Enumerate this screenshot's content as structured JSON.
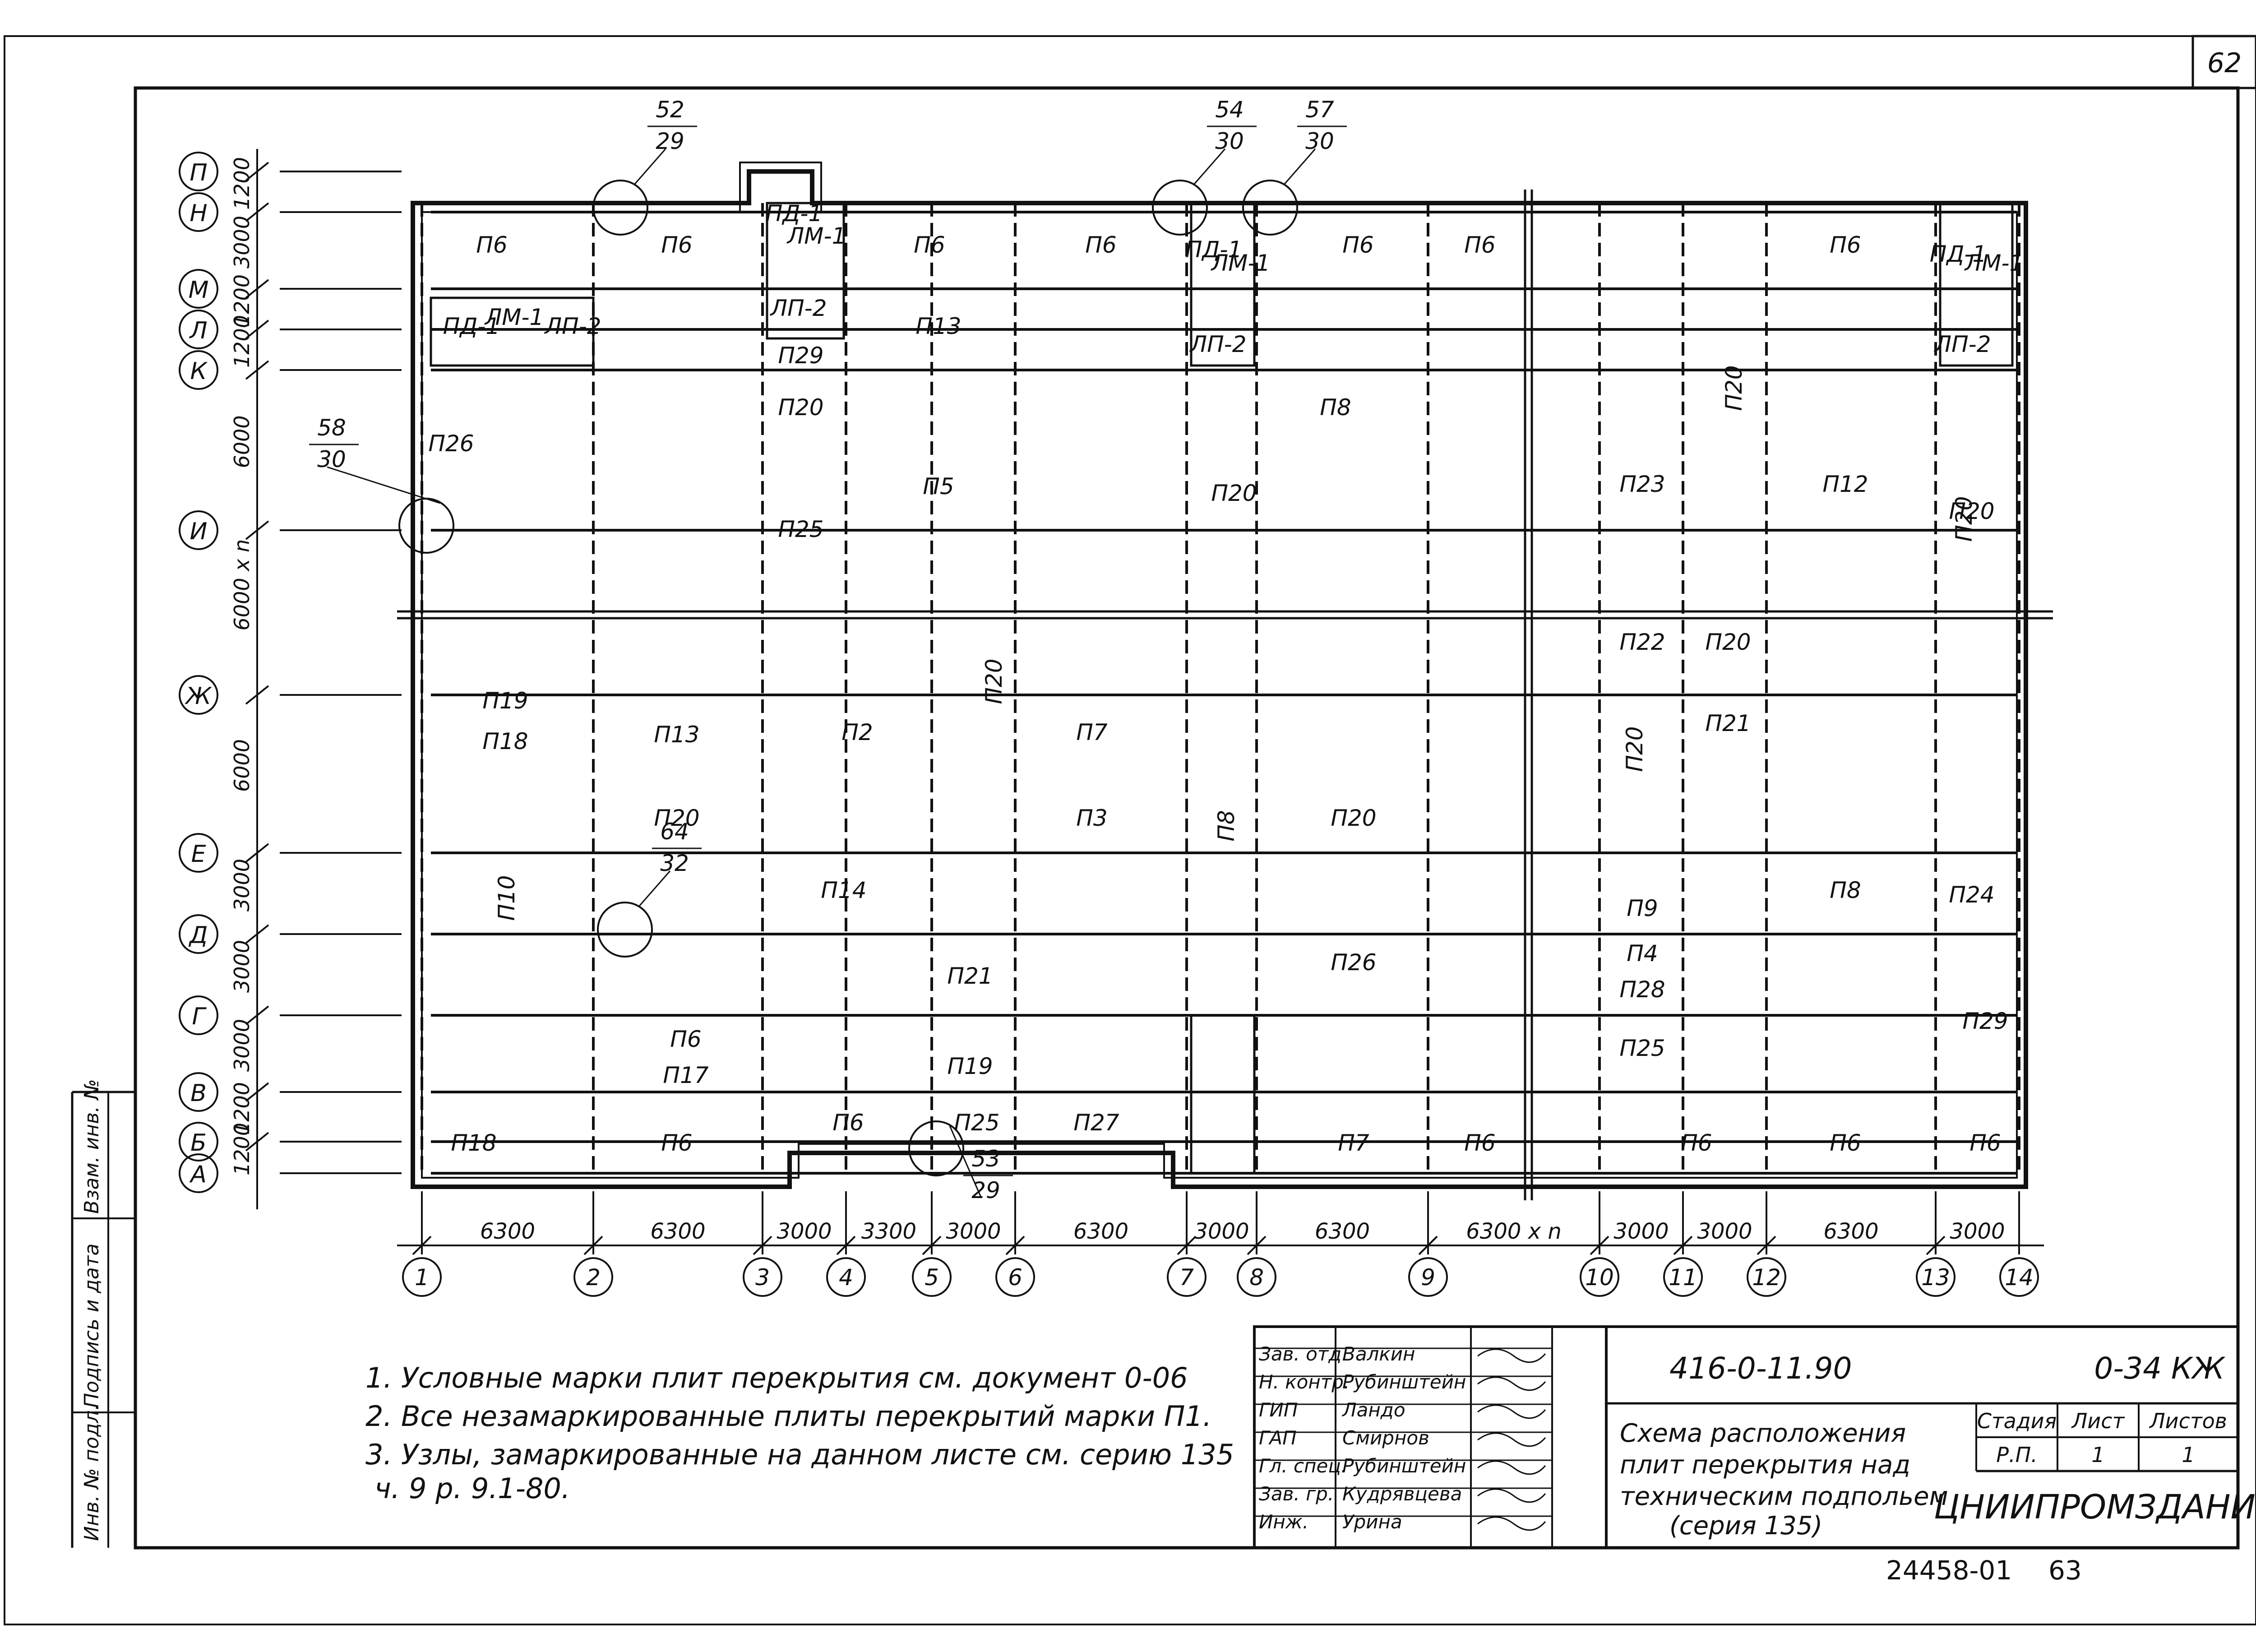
{
  "sheet": {
    "page_number": "62",
    "bottom_numbers": [
      "24458-01",
      "63"
    ]
  },
  "plan": {
    "row_axes": [
      "П",
      "Н",
      "М",
      "Л",
      "К",
      "И",
      "Ж",
      "Е",
      "Д",
      "Г",
      "В",
      "Б",
      "А"
    ],
    "row_dims": [
      "1200",
      "3000",
      "1200",
      "1200",
      "6000",
      "6000 х n",
      "6000",
      "3000",
      "3000",
      "3000",
      "1200",
      "1200"
    ],
    "col_axes": [
      "1",
      "2",
      "3",
      "4",
      "5",
      "6",
      "7",
      "8",
      "9",
      "10",
      "11",
      "12",
      "13",
      "14"
    ],
    "col_dims": [
      "6300",
      "6300",
      "3000",
      "3300",
      "3000",
      "6300",
      "3000",
      "6300",
      "6300 х n",
      "3000",
      "3000",
      "6300",
      "3000"
    ],
    "node_callouts": [
      {
        "top": "52",
        "bottom": "29"
      },
      {
        "top": "54",
        "bottom": "30"
      },
      {
        "top": "57",
        "bottom": "30"
      },
      {
        "top": "58",
        "bottom": "30"
      },
      {
        "top": "64",
        "bottom": "32"
      },
      {
        "top": "53",
        "bottom": "29"
      }
    ],
    "slab_labels": [
      "П6",
      "П6",
      "П6",
      "П6",
      "П6",
      "П6",
      "П6",
      "ПД-1",
      "ЛМ-1",
      "ЛП-2",
      "ПД-1",
      "ЛМ-1",
      "ЛП-2",
      "ПД-1",
      "ЛМ-1",
      "ЛП-2",
      "ПД-1",
      "ЛМ-1",
      "ЛП-2",
      "П13",
      "П29",
      "П20",
      "П25",
      "П5",
      "П8",
      "П20",
      "П20",
      "П20",
      "П23",
      "П12",
      "П20",
      "П22",
      "П20",
      "П19",
      "П18",
      "П13",
      "П2",
      "П20",
      "П7",
      "П20",
      "П21",
      "П20",
      "П3",
      "П8",
      "П20",
      "П10",
      "П14",
      "П8",
      "П9",
      "П24",
      "П21",
      "П26",
      "П4",
      "П28",
      "П29",
      "П6",
      "П17",
      "П19",
      "П25",
      "П25",
      "П27",
      "П18",
      "П6",
      "П6",
      "П7",
      "П6",
      "П6",
      "П6",
      "П6",
      "П26"
    ]
  },
  "notes": [
    "1. Условные марки плит перекрытия см. документ 0-06",
    "2. Все незамаркированные плиты перекрытий марки П1.",
    "3. Узлы, замаркированные на данном листе см. серию 135",
    "ч. 9 р. 9.1-80."
  ],
  "left_strip": [
    "Инв. № подл.",
    "Подпись и дата",
    "Взам. инв. №"
  ],
  "title_block": {
    "project_code": "416-0-11.90",
    "doc_code": "0-34 КЖ",
    "title": [
      "Схема расположения",
      "плит перекрытия над",
      "техническим подпольем",
      "(серия 135)"
    ],
    "stage_header": "Стадия",
    "sheet_header": "Лист",
    "sheets_header": "Листов",
    "stage": "Р.П.",
    "sheet": "1",
    "sheets": "1",
    "organization": "ЦНИИПРОМЗДАНИЙ",
    "signatures": [
      {
        "role": "Зав. отд.",
        "name": "Валкин"
      },
      {
        "role": "Н. контр.",
        "name": "Рубинштейн"
      },
      {
        "role": "ГИП",
        "name": "Ландо"
      },
      {
        "role": "ГАП",
        "name": "Смирнов"
      },
      {
        "role": "Гл. спец.",
        "name": "Рубинштейн"
      },
      {
        "role": "Зав. гр.",
        "name": "Кудрявцева"
      },
      {
        "role": "Инж.",
        "name": "Урина"
      }
    ]
  }
}
